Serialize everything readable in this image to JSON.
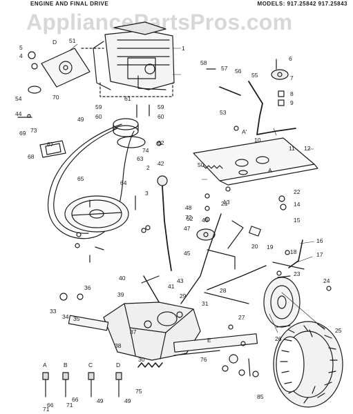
{
  "header": {
    "title": "ENGINE AND FINAL DRIVE",
    "models": "MODELS: 917.25842  917.25843"
  },
  "watermark": "AppliancePartsPros.com",
  "callouts": [
    "1",
    "2",
    "3",
    "4",
    "5",
    "6",
    "7",
    "8",
    "9",
    "10",
    "11",
    "12",
    "13",
    "14",
    "15",
    "16",
    "17",
    "18",
    "19",
    "20",
    "21",
    "22",
    "23",
    "24",
    "25",
    "26",
    "27",
    "28",
    "29",
    "30",
    "31",
    "33",
    "34",
    "35",
    "36",
    "37",
    "38",
    "39",
    "40",
    "41",
    "42",
    "43",
    "44",
    "45",
    "46",
    "47",
    "48",
    "49",
    "50",
    "51",
    "52",
    "53",
    "54",
    "55",
    "56",
    "57",
    "58",
    "59",
    "60",
    "61",
    "62",
    "63",
    "64",
    "65",
    "66",
    "67",
    "68",
    "69",
    "70",
    "71",
    "72",
    "73",
    "74",
    "75",
    "76",
    "85",
    "A",
    "B",
    "C",
    "D",
    "E",
    "A'"
  ],
  "hardware_legend": [
    {
      "letter": "A",
      "parts": [
        "71",
        "66"
      ]
    },
    {
      "letter": "B",
      "parts": [
        "66",
        "71"
      ]
    },
    {
      "letter": "C",
      "parts": [
        "49"
      ]
    },
    {
      "letter": "D",
      "parts": [
        "49"
      ]
    }
  ]
}
